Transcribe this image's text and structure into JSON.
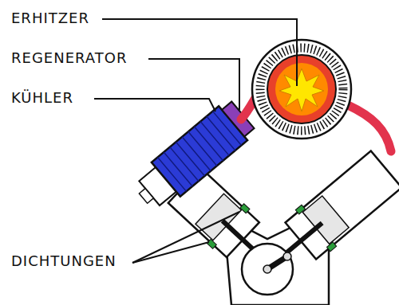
{
  "diagram": {
    "labels": [
      "ERHITZER",
      "REGENERATOR",
      "KÜHLER",
      "DICHTUNGEN"
    ]
  }
}
